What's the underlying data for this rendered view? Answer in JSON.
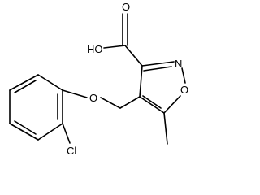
{
  "molecule": {
    "atoms": {
      "carboxyl_oh": "HO",
      "carbonyl_o": "O",
      "ring_n": "N",
      "ring_o": "O",
      "ether_o": "O",
      "chlorine": "Cl"
    },
    "colors": {
      "bond": "#000000",
      "label": "#000000",
      "background": "#ffffff"
    }
  }
}
